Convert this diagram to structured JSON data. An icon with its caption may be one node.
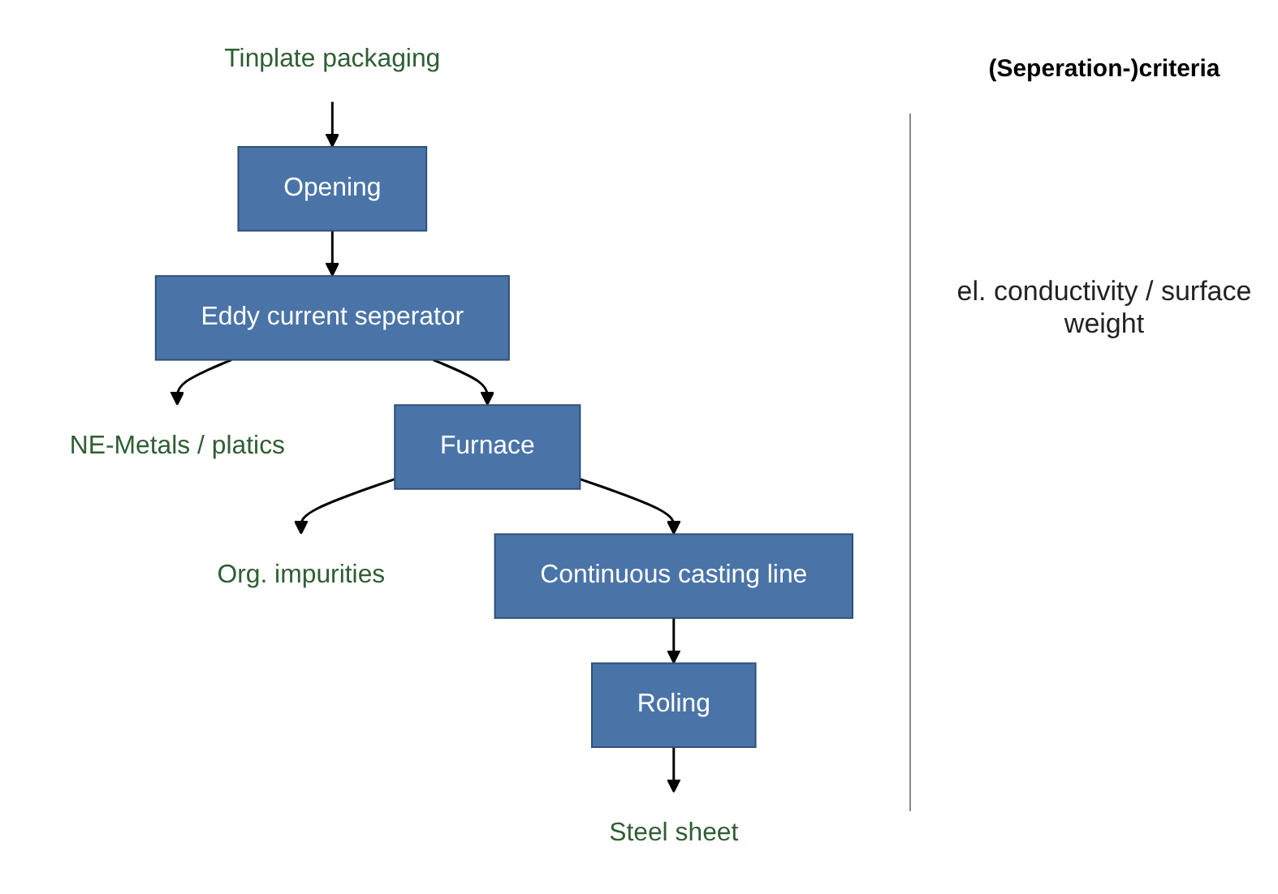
{
  "diagram": {
    "nodes": [
      {
        "text": [
          "Tinplate packaging"
        ]
      },
      {
        "text": [
          "Opening"
        ]
      },
      {
        "text": [
          "Eddy current seperator"
        ]
      },
      {
        "text": [
          "NE-Metals / platics"
        ]
      },
      {
        "text": [
          "Furnace"
        ]
      },
      {
        "text": [
          "Org. impurities"
        ]
      },
      {
        "text": [
          "Continuous casting line"
        ]
      },
      {
        "text": [
          "Roling"
        ]
      },
      {
        "text": [
          "Steel sheet"
        ]
      }
    ],
    "edges": [
      {
        "from": 0,
        "to": 1,
        "arrow": "to"
      },
      {
        "from": 1,
        "to": 2,
        "arrow": "to"
      },
      {
        "from": 2,
        "to": 3,
        "arrow": "to"
      },
      {
        "from": 2,
        "to": 4,
        "arrow": "to"
      },
      {
        "from": 4,
        "to": 5,
        "arrow": "to"
      },
      {
        "from": 4,
        "to": 6,
        "arrow": "to"
      },
      {
        "from": 6,
        "to": 7,
        "arrow": "to"
      },
      {
        "from": 7,
        "to": 8,
        "arrow": "to"
      }
    ],
    "labels": [
      "(Seperation-)criteria",
      "el. conductivity / surface weight"
    ]
  }
}
